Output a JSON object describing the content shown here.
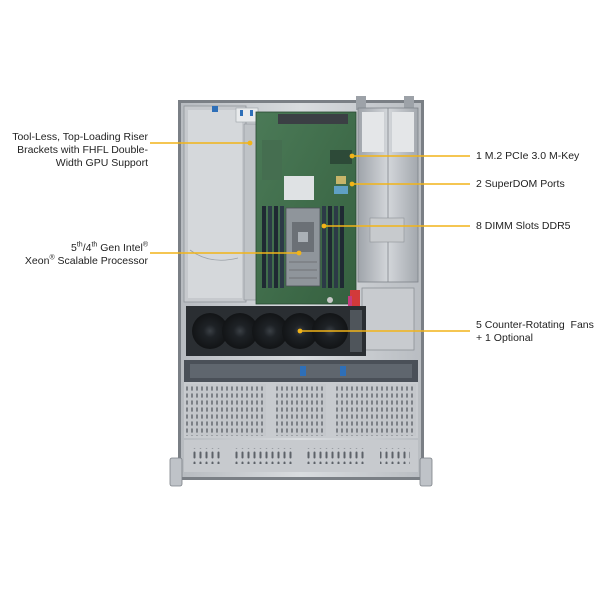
{
  "colors": {
    "callout_line": "#f2b418",
    "callout_dot": "#f2b418",
    "chassis_metal": "#c9ccd0",
    "chassis_dark": "#6f757c",
    "motherboard": "#3f6f4e",
    "dimm": "#2c3a47",
    "fan": "#1c1f22",
    "psu": "#b5b9be"
  },
  "callouts": {
    "riser": {
      "line1": "Tool-Less, Top-Loading Riser",
      "line2": "Brackets with FHFL Double-",
      "line3": "Width GPU Support"
    },
    "processor": {
      "gen_a": "5",
      "gen_a_sup": "th",
      "gen_b": "/4",
      "gen_b_sup": "th",
      "gen_rest": " Gen Intel",
      "gen_reg": "®",
      "xeon": "Xeon",
      "xeon_reg": "®",
      "xeon_rest": " Scalable Processor"
    },
    "m2": {
      "text": "1 M.2 PCIe 3.0 M-Key"
    },
    "superdom": {
      "text": "2 SuperDOM Ports"
    },
    "dimm": {
      "text": "8 DIMM Slots DDR5"
    },
    "fans": {
      "line1": "5 Counter-Rotating  Fans",
      "line2": "+ 1 Optional"
    }
  },
  "server_image": {
    "component_icons": [
      "riser-bracket",
      "motherboard",
      "cpu-heatsink",
      "dimm-slots",
      "power-supplies",
      "cooling-fans",
      "drive-bays",
      "front-vents"
    ]
  }
}
